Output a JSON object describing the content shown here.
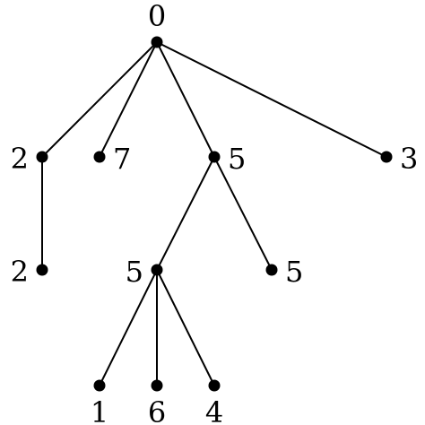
{
  "tree": {
    "nodes": [
      {
        "id": "n0",
        "label": "0"
      },
      {
        "id": "n1",
        "label": "2"
      },
      {
        "id": "n2",
        "label": "7"
      },
      {
        "id": "n3",
        "label": "5"
      },
      {
        "id": "n4",
        "label": "3"
      },
      {
        "id": "n5",
        "label": "2"
      },
      {
        "id": "n6",
        "label": "5"
      },
      {
        "id": "n7",
        "label": "5"
      },
      {
        "id": "n8",
        "label": "1"
      },
      {
        "id": "n9",
        "label": "6"
      },
      {
        "id": "n10",
        "label": "4"
      }
    ],
    "edges": [
      [
        "n0",
        "n1"
      ],
      [
        "n0",
        "n2"
      ],
      [
        "n0",
        "n3"
      ],
      [
        "n0",
        "n4"
      ],
      [
        "n1",
        "n5"
      ],
      [
        "n3",
        "n6"
      ],
      [
        "n3",
        "n7"
      ],
      [
        "n6",
        "n8"
      ],
      [
        "n6",
        "n9"
      ],
      [
        "n6",
        "n10"
      ]
    ],
    "colors": {
      "stroke": "#000000",
      "background": "#ffffff"
    }
  }
}
